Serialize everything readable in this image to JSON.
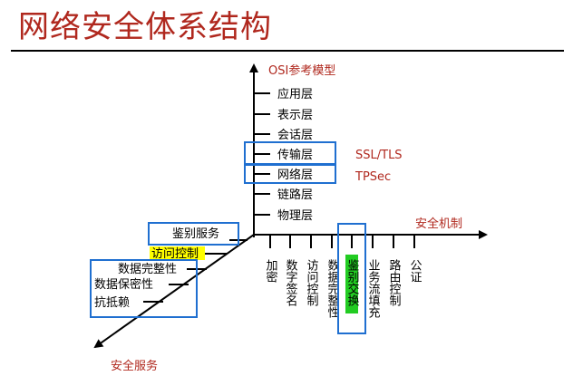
{
  "title": "网络安全体系结构",
  "osi_axis": {
    "label": "OSI参考模型",
    "layers": [
      "应用层",
      "表示层",
      "会话层",
      "传输层",
      "网络层",
      "链路层",
      "物理层"
    ]
  },
  "protocols": [
    "SSL/TLS",
    "TPSec"
  ],
  "mechanism_axis": {
    "label": "安全机制",
    "items": [
      "加密",
      "数字签名",
      "访问控制",
      "数据完整性",
      "鉴别交换",
      "业务流填充",
      "路由控制",
      "公证"
    ]
  },
  "service_axis": {
    "label": "安全服务",
    "items": [
      "鉴别服务",
      "访问控制",
      "数据完整性",
      "数据保密性",
      "抗抵赖"
    ]
  },
  "colors": {
    "title": "#b0281e",
    "axis_label": "#b0281e",
    "box": "#1f6fd0",
    "highlight_yellow": "#ffff00",
    "highlight_green": "#22cc22"
  }
}
